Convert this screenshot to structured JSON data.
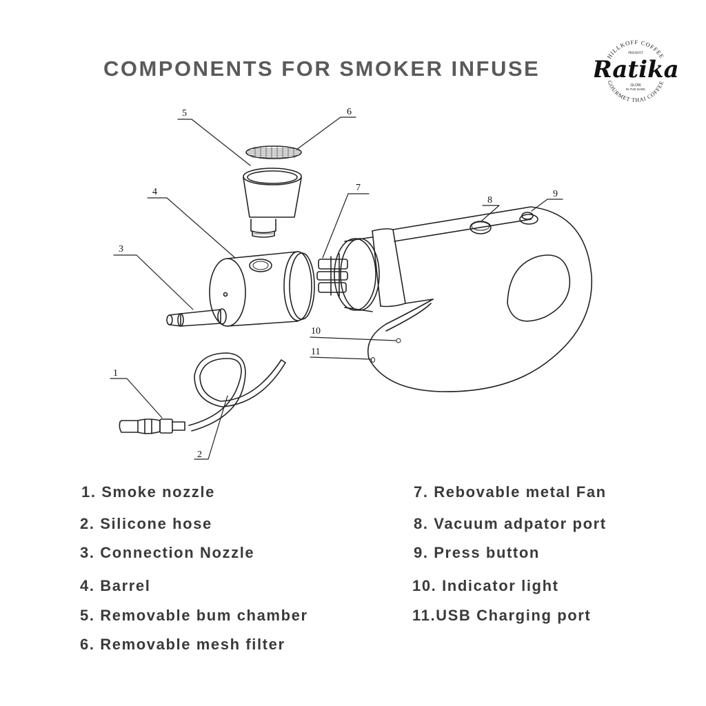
{
  "title": "COMPONENTS FOR SMOKER INFUSE",
  "logo": {
    "top_text": "HILLKOFF COFFEE",
    "present": "PRESENT",
    "brand": "Ratika",
    "tag_1": "GLOW",
    "tag_2": "IN THE DARK",
    "bottom_text": "GOURMET THAI COFFEE"
  },
  "callouts": [
    "1",
    "2",
    "3",
    "4",
    "5",
    "6",
    "7",
    "8",
    "9",
    "10",
    "11"
  ],
  "legend": {
    "left": [
      "1. Smoke nozzle",
      "2. Silicone hose",
      "3. Connection Nozzle",
      "4. Barrel",
      "5. Removable bum chamber",
      "6. Removable mesh filter"
    ],
    "right": [
      "7. Rebovable metal Fan",
      "8. Vacuum adpator port",
      "9. Press button",
      "10. Indicator light",
      "11.USB Charging port"
    ]
  }
}
